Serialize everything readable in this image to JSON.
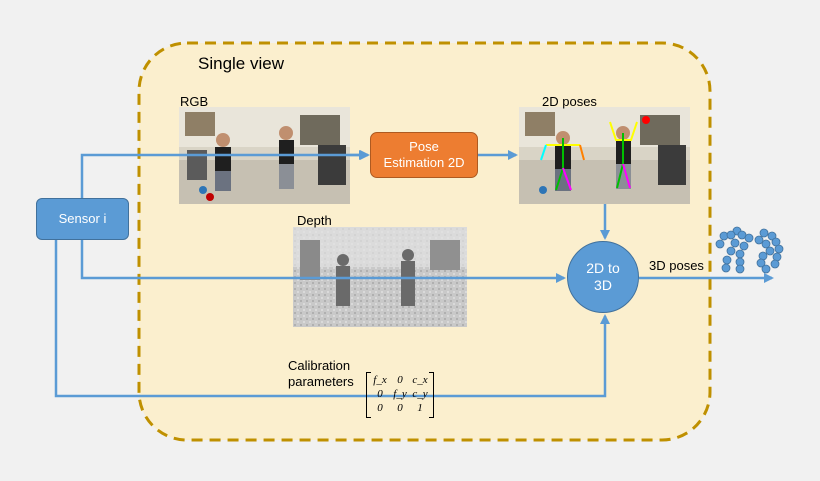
{
  "region": {
    "title": "Single view"
  },
  "nodes": {
    "sensor": "Sensor i",
    "pose_estimation": {
      "line1": "Pose",
      "line2": "Estimation 2D"
    },
    "lift": {
      "line1": "2D to",
      "line2": "3D"
    }
  },
  "labels": {
    "rgb": "RGB",
    "poses_2d": "2D poses",
    "depth": "Depth",
    "poses_3d": "3D poses",
    "calibration": {
      "line1": "Calibration",
      "line2": "parameters"
    }
  },
  "matrix": {
    "rows": [
      [
        "f_x",
        "0",
        "c_x"
      ],
      [
        "0",
        "f_y",
        "c_y"
      ],
      [
        "0",
        "0",
        "1"
      ]
    ]
  },
  "colors": {
    "region_fill": "#fbefce",
    "region_border": "#bf9000",
    "arrow": "#5b9bd5",
    "sensor": "#5b9bd5",
    "pose_estimation": "#ed7d31",
    "skeleton": "#5b9bd5"
  }
}
